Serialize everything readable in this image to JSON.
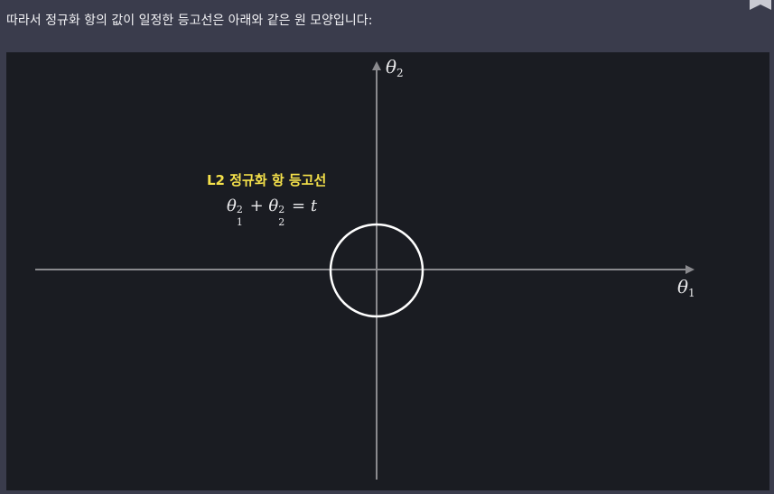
{
  "caption": "따라서 정규화 항의 값이 일정한 등고선은 아래와 같은 원 모양입니다:",
  "diagram": {
    "x_axis_label_symbol": "θ",
    "x_axis_label_sub": "1",
    "y_axis_label_symbol": "θ",
    "y_axis_label_sub": "2",
    "annotation_title": "L2 정규화 항 등고선",
    "equation": {
      "term1_symbol": "θ",
      "term1_sup": "2",
      "term1_sub": "1",
      "plus": "+",
      "term2_symbol": "θ",
      "term2_sup": "2",
      "term2_sub": "2",
      "equals": "=",
      "rhs": "t"
    },
    "colors": {
      "background": "#1a1c22",
      "axis": "#8a8a8e",
      "circle": "#ffffff",
      "annotation": "#f4e04a",
      "page": "#3a3c4c"
    }
  }
}
